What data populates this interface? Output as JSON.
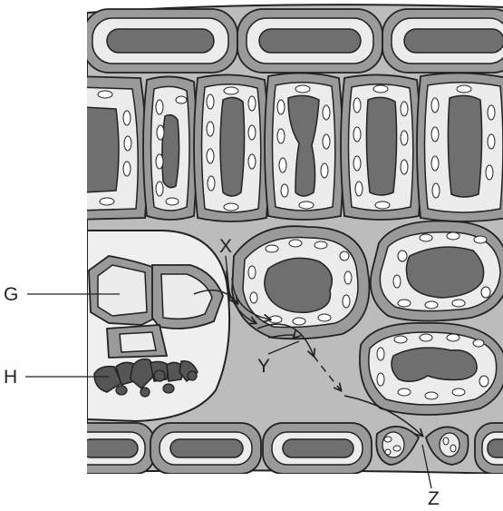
{
  "labels": {
    "g": "G",
    "h": "H",
    "x": "X",
    "y": "Y",
    "z": "Z"
  },
  "colors": {
    "background": "#ffffff",
    "tissue": "#bcbcbc",
    "cell_wall": "#9a9a9a",
    "cytoplasm": "#ececec",
    "vacuole": "#6f6f6f",
    "chloroplast": "#ffffff",
    "vein_sheath": "#efefef",
    "phloem": "#555555",
    "outline": "#222222"
  }
}
